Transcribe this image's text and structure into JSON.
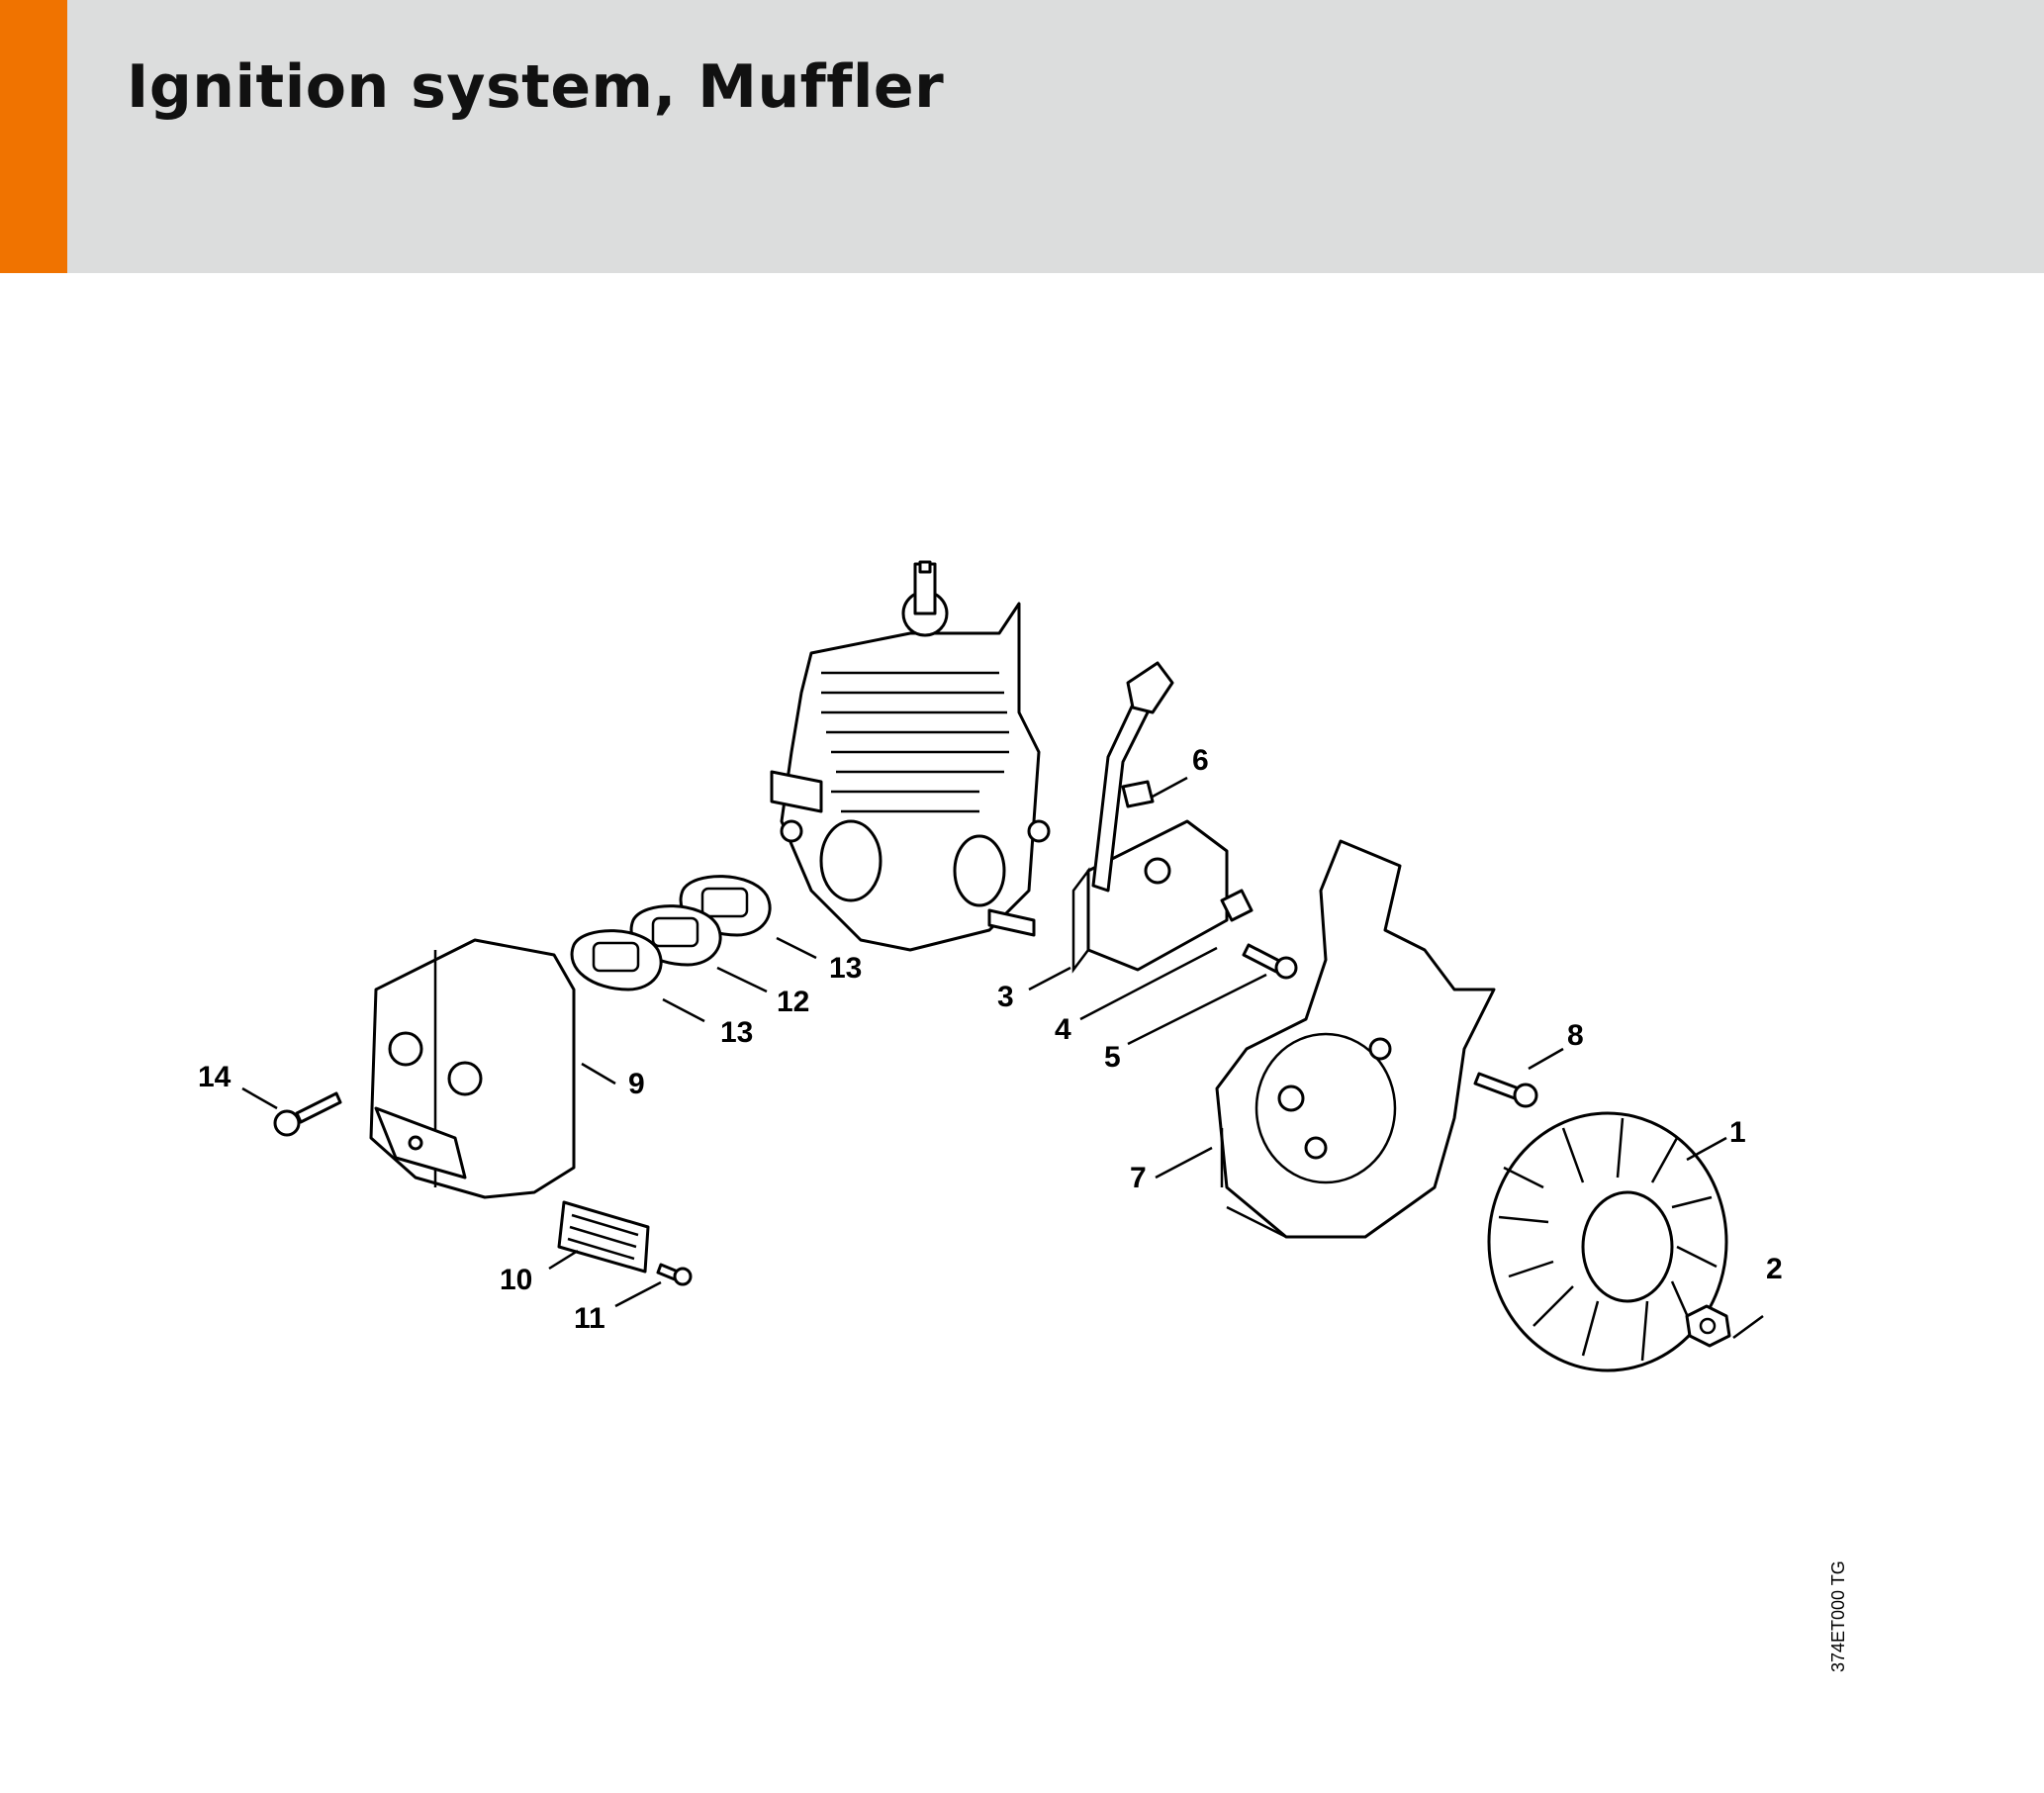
{
  "header": {
    "title": "Ignition system, Muffler",
    "accent_color": "#f07300",
    "background_color": "#dcdddd"
  },
  "callouts": [
    "1",
    "2",
    "3",
    "4",
    "5",
    "6",
    "7",
    "8",
    "9",
    "10",
    "11",
    "12",
    "13",
    "13",
    "14"
  ],
  "figure_code": "374ET000 TG"
}
